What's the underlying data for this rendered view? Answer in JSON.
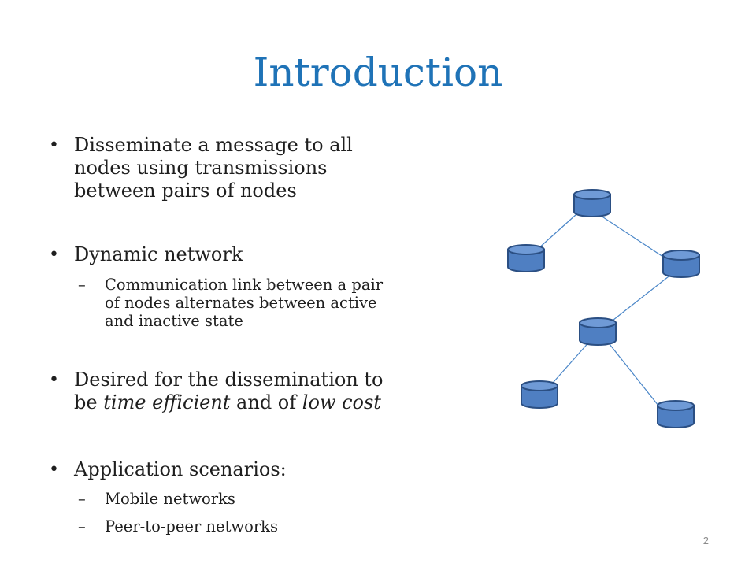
{
  "slide": {
    "title": "Introduction",
    "bullets": [
      {
        "text": "Disseminate a message to all nodes using transmissions between pairs of nodes",
        "lines": [
          "Disseminate a message to all",
          "nodes using transmissions",
          "between pairs of nodes"
        ]
      },
      {
        "text": "Dynamic network",
        "sub": [
          {
            "lines": [
              "Communication link between a pair",
              "of nodes alternates between active",
              "and inactive state"
            ]
          }
        ]
      },
      {
        "line1": "Desired for the dissemination to",
        "line2_prefix": "be ",
        "line2_em1": "time efficient",
        "line2_mid": " and of ",
        "line2_em2": "low cost"
      },
      {
        "text": "Application scenarios:",
        "sub": [
          {
            "text": "Mobile networks"
          },
          {
            "text": "Peer-to-peer networks"
          }
        ]
      }
    ],
    "bullet_glyph": "•",
    "dash_glyph": "–",
    "page_number": "2"
  },
  "diagram": {
    "node_color": "#4f7fc2",
    "node_top_color": "#6f9ad6",
    "node_stroke": "#2b4f83",
    "edge_color": "#4a86c8",
    "node_icon": "database-cylinder-icon",
    "node_count": 6
  }
}
